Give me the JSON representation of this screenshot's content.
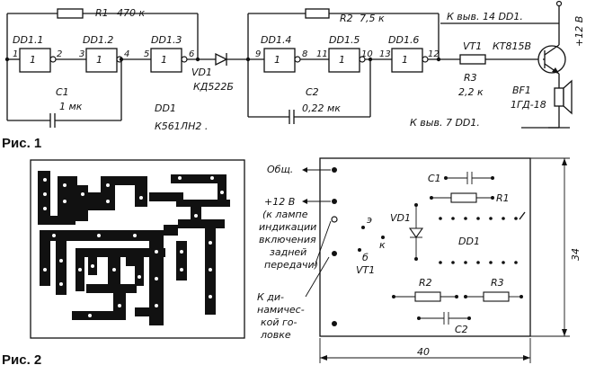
{
  "fig1": {
    "caption": "Рис. 1",
    "r1": "R1",
    "r1_val": "470 к",
    "dd11": "DD1.1",
    "dd12": "DD1.2",
    "dd13": "DD1.3",
    "dd14": "DD1.4",
    "dd15": "DD1.5",
    "dd16": "DD1.6",
    "gate_sym": "1",
    "pins": [
      "1",
      "2",
      "3",
      "4",
      "5",
      "6",
      "9",
      "8",
      "11",
      "10",
      "13",
      "12"
    ],
    "c1": "C1",
    "c1_val": "1 мк",
    "dd1": "DD1",
    "dd1_type": "К561ЛН2 .",
    "vd1": "VD1",
    "vd1_type": "КД522Б",
    "r2": "R2",
    "r2_val": "7,5 к",
    "c2": "C2",
    "c2_val": "0,22 мк",
    "r3": "R3",
    "r3_val": "2,2 к",
    "vt1": "VT1",
    "vt1_type": "КТ815В",
    "bf1": "BF1",
    "bf1_type": "1ГД-18",
    "pin14": "К выв. 14 DD1.",
    "pin7": "К выв. 7 DD1.",
    "supply": "+12 В"
  },
  "fig2": {
    "caption": "Рис. 2",
    "gnd": "Общ.",
    "plus12": "+12 В",
    "lamp": [
      "(к лампе",
      "индикации",
      "включения",
      "задней",
      "передачи)"
    ],
    "head": [
      "К ди-",
      "намичес-",
      "кой го-",
      "ловке"
    ],
    "pin_e": "э",
    "pin_b": "б",
    "pin_k": "к",
    "vt1": "VT1",
    "vd1": "VD1",
    "dd1": "DD1",
    "c1": "C1",
    "r1": "R1",
    "r2": "R2",
    "r3": "R3",
    "c2": "C2",
    "dim_w": "40",
    "dim_h": "34"
  }
}
